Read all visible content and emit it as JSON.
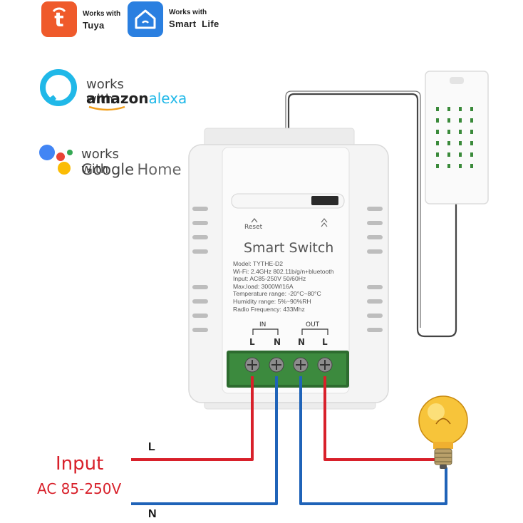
{
  "colors": {
    "tuya": "#ef5a2b",
    "smartlife": "#2a7fe0",
    "wire_live": "#d8202a",
    "wire_neutral": "#1f63b8",
    "input_text": "#d8202a"
  },
  "badges": {
    "tuya": {
      "small": "Works with",
      "big": "Tuya",
      "icon": "tuya-logo-icon"
    },
    "smartlife": {
      "small": "Works with",
      "big": "Smart  Life",
      "icon": "smart-life-house-icon"
    },
    "alexa": {
      "line1": "works with",
      "brand1": "amazon",
      "brand2": "alexa",
      "icon": "alexa-ring-icon"
    },
    "google": {
      "line1": "works with",
      "brand1": "Google",
      "brand2": "Home",
      "icon": "google-dots-icon"
    }
  },
  "device": {
    "reset_label": "Reset",
    "title": "Smart Switch",
    "specs": [
      "Model: TYTHE-D2",
      "Wi-Fi: 2.4GHz 802.11b/g/n+bluetooth",
      "Input: AC85-250V 50/60Hz",
      "Max.load: 3000W/16A",
      "Temperature range: -20°C~80°C",
      "Humidity range: 5%~90%RH",
      "Radio Frequency: 433Mhz"
    ],
    "in_label": "IN",
    "out_label": "OUT",
    "terminals": [
      "L",
      "N",
      "N",
      "L"
    ]
  },
  "wiring": {
    "input_title": "Input",
    "input_voltage": "AC 85-250V",
    "live_label": "L",
    "neutral_label": "N"
  }
}
